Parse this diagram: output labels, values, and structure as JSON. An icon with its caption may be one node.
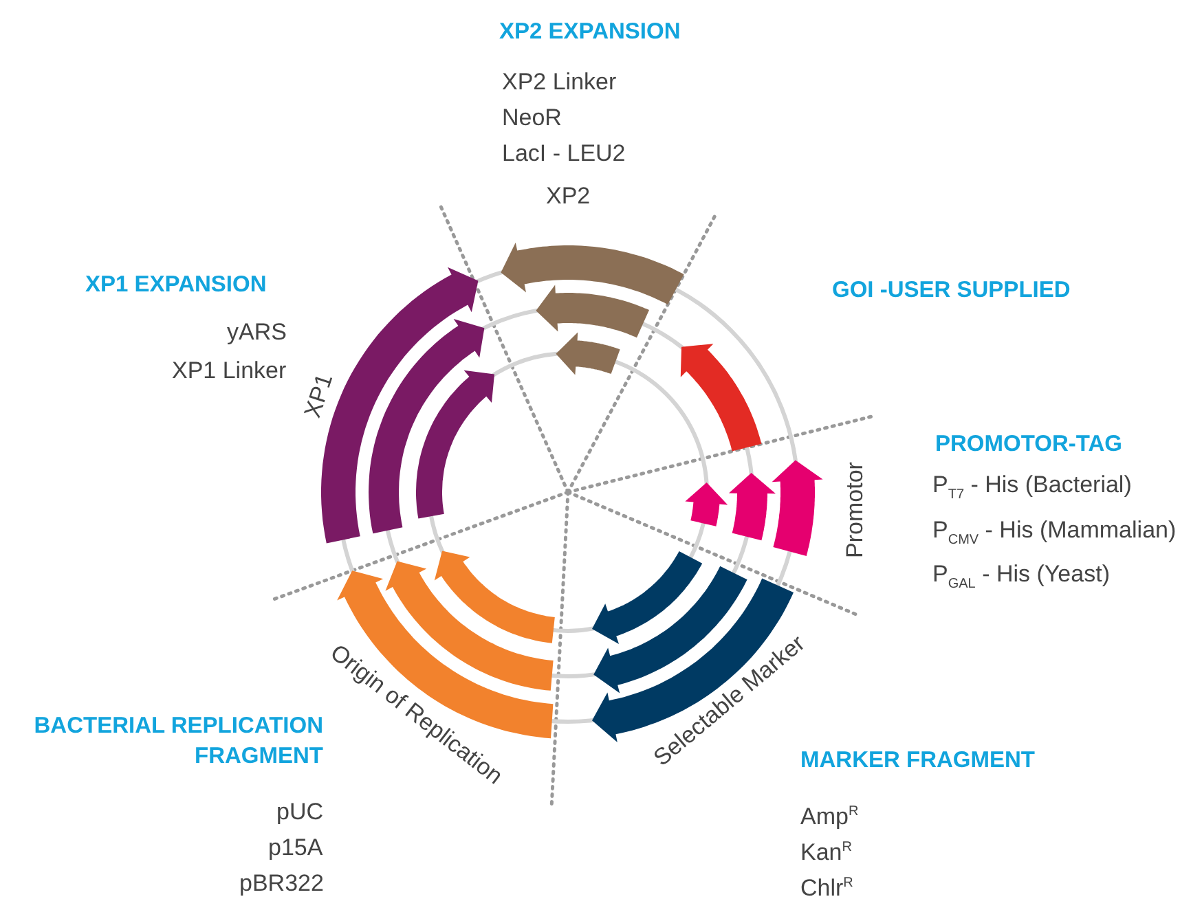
{
  "diagram": {
    "labels": [
      "XP2 EXPANSION",
      "XP2 Linker",
      "NeoR",
      "LacI - LEU2",
      "XP2",
      "XP1 EXPANSION",
      "GOI -USER SUPPLIED",
      "yARS",
      "XP1 Linker",
      "XP1",
      "PROMOTOR-TAG",
      "P$_{T7}$ - His (Bacterial)",
      "P$_{CMV}$ - His (Mammalian)",
      "Promotor",
      "P$_{GAL}$ - His (Yeast)",
      "BACTERIAL REPLICATION FRAGMENT",
      "Origin of Replication",
      "Selectable Marker",
      "MARKER FRAGMENT",
      "pUC",
      "Amp$^{R}$",
      "p15A",
      "Kan$^{R}$",
      "pBR322",
      "Chlr$^{R}$"
    ]
  }
}
